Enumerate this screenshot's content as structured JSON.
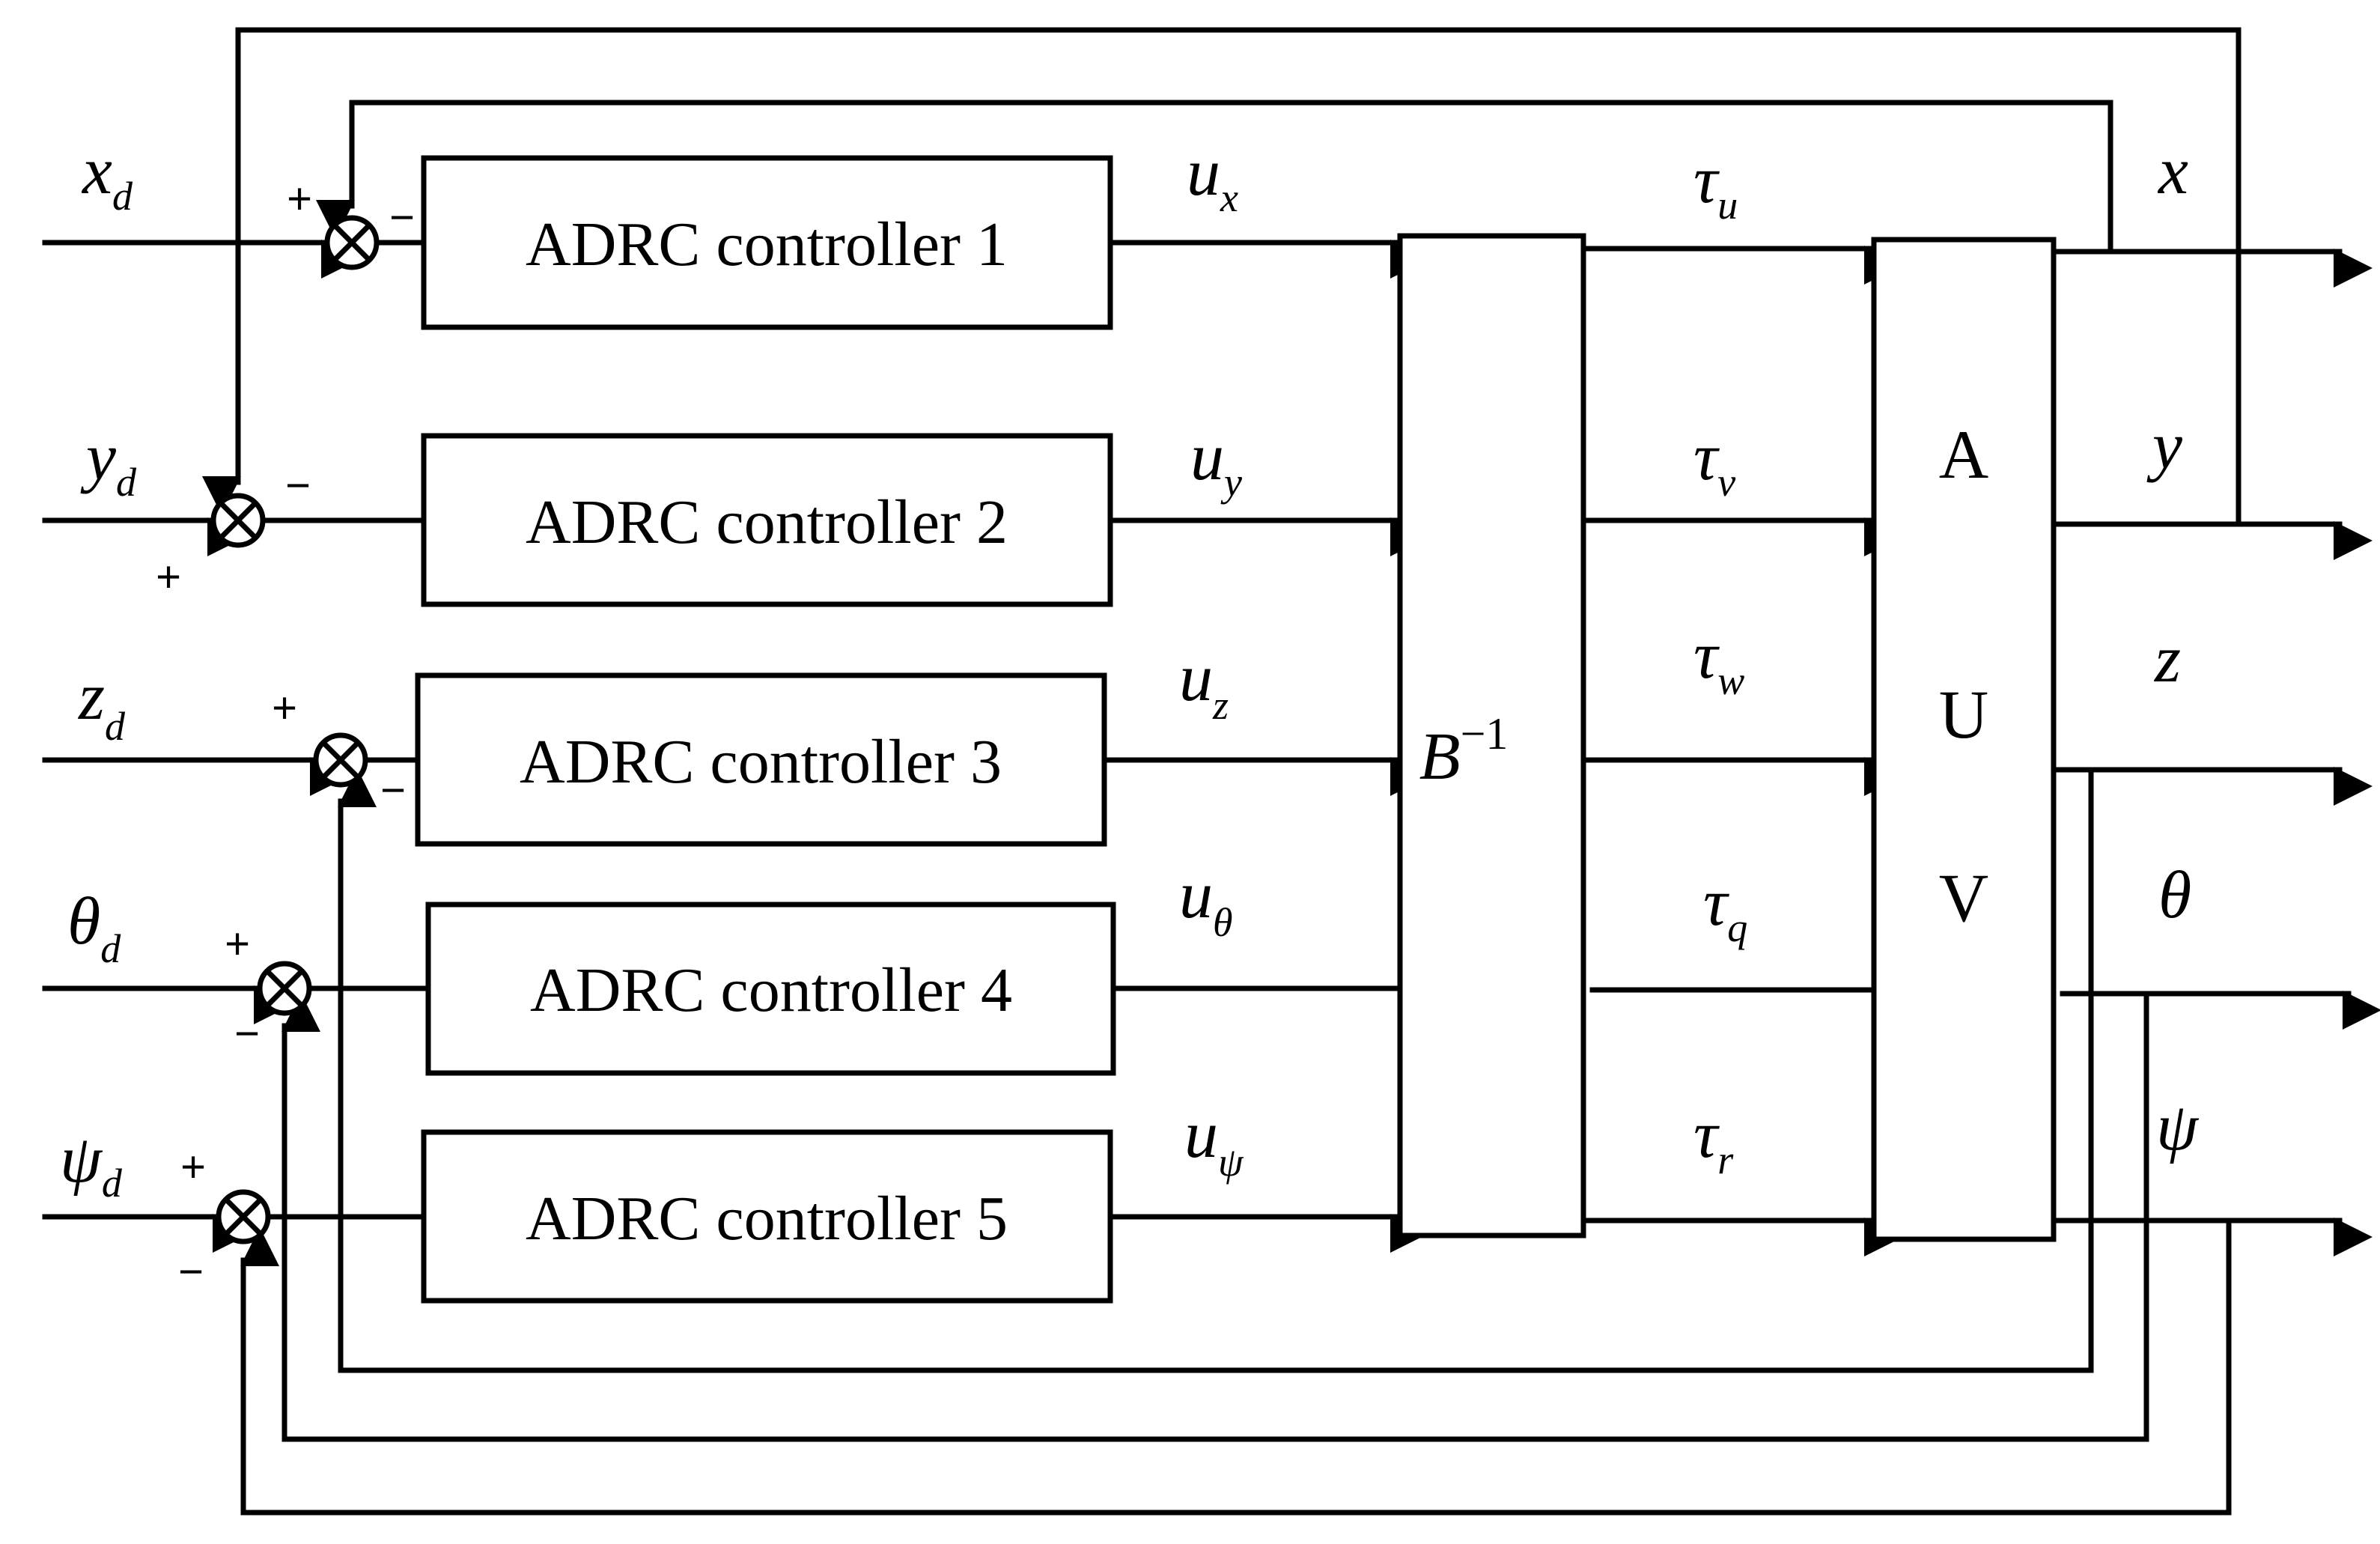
{
  "blocks": {
    "c1": "ADRC controller 1",
    "c2": "ADRC controller 2",
    "c3": "ADRC controller 3",
    "c4": "ADRC controller 4",
    "c5": "ADRC controller 5",
    "binv_base": "B",
    "binv_exp": "−1",
    "auv_1": "A",
    "auv_2": "U",
    "auv_3": "V"
  },
  "inputs": {
    "x": {
      "sym": "x",
      "sub": "d"
    },
    "y": {
      "sym": "y",
      "sub": "d"
    },
    "z": {
      "sym": "z",
      "sub": "d"
    },
    "theta": {
      "sym": "θ",
      "sub": "d"
    },
    "psi": {
      "sym": "ψ",
      "sub": "d"
    }
  },
  "controls": {
    "ux": {
      "sym": "u",
      "sub": "x"
    },
    "uy": {
      "sym": "u",
      "sub": "y"
    },
    "uz": {
      "sym": "u",
      "sub": "z"
    },
    "utheta": {
      "sym": "u",
      "sub": "θ"
    },
    "upsi": {
      "sym": "u",
      "sub": "ψ"
    }
  },
  "forces": {
    "tu": {
      "sym": "τ",
      "sub": "u"
    },
    "tv": {
      "sym": "τ",
      "sub": "v"
    },
    "tw": {
      "sym": "τ",
      "sub": "w"
    },
    "tq": {
      "sym": "τ",
      "sub": "q"
    },
    "tr": {
      "sym": "τ",
      "sub": "r"
    }
  },
  "outputs": {
    "x": "x",
    "y": "y",
    "z": "z",
    "theta": "θ",
    "psi": "ψ"
  },
  "signs": {
    "plus": "+",
    "minus": "−"
  }
}
